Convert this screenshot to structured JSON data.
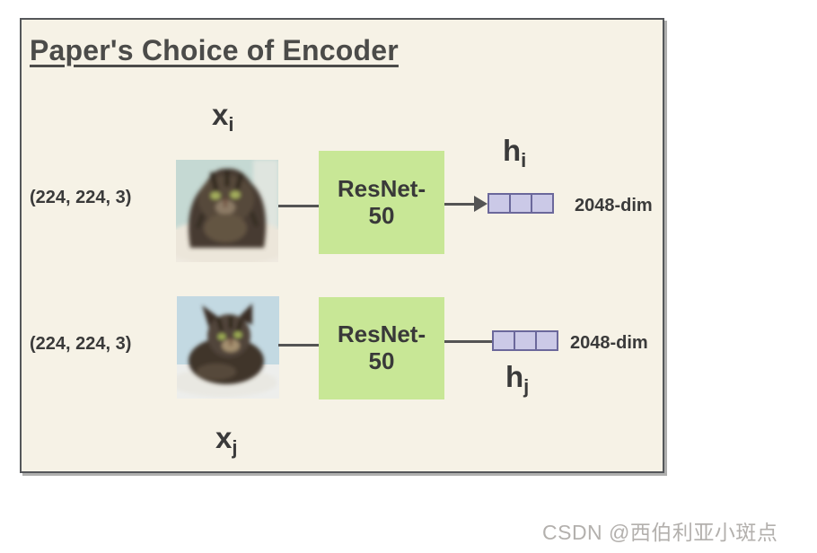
{
  "diagram": {
    "title": "Paper's Choice of Encoder",
    "rows": [
      {
        "input_var": "x",
        "input_sub": "i",
        "shape_label": "(224, 224, 3)",
        "encoder_line1": "ResNet-",
        "encoder_line2": "50",
        "output_var": "h",
        "output_sub": "i",
        "dim_label": "2048-dim",
        "vector_cells": 3
      },
      {
        "input_var": "x",
        "input_sub": "j",
        "shape_label": "(224, 224, 3)",
        "encoder_line1": "ResNet-",
        "encoder_line2": "50",
        "output_var": "h",
        "output_sub": "j",
        "dim_label": "2048-dim",
        "vector_cells": 3
      }
    ],
    "colors": {
      "panel_background": "#f6f2e6",
      "panel_border": "#55575a",
      "encoder_fill": "#c8e796",
      "vector_fill": "#cbc9e7",
      "vector_border": "#6b689b",
      "connector": "#545454",
      "label_text": "#3a3a3a",
      "title_text": "#4b4b49",
      "watermark_text": "#b3b0ad"
    }
  },
  "watermark": "CSDN @西伯利亚小斑点"
}
